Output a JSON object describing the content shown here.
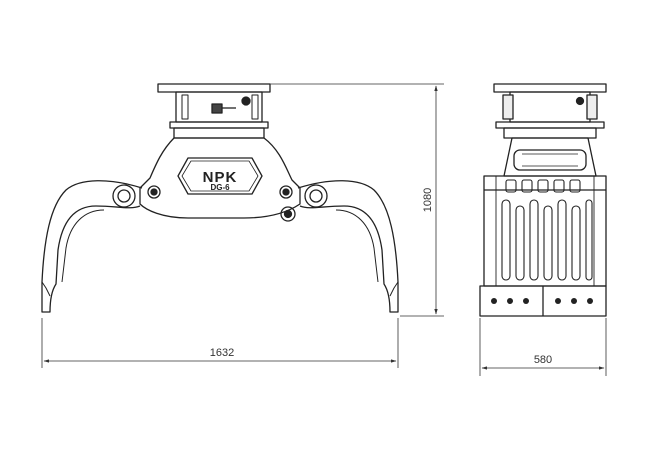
{
  "dimensions": {
    "width_side": "1632",
    "height_side": "1080",
    "width_front": "580"
  },
  "logo": {
    "brand": "NPK",
    "model": "DG-6"
  }
}
